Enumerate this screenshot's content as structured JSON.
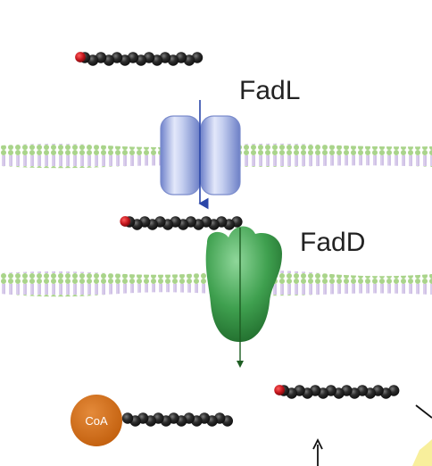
{
  "labels": {
    "transporter": "FadL",
    "synthetase": "FadD",
    "coenzyme": "CoA"
  },
  "colors": {
    "membrane_green": "#a9d48a",
    "membrane_purple": "#c7b4e3",
    "fadl_blue": "#7f8fd0",
    "fadd_green": "#3e9d4e",
    "coa_orange": "#d16a12",
    "chain_head_red": "#c0141b",
    "chain_bead": "#2a2a2a",
    "arrow_blue": "#2b46a8",
    "arrow_dark_green": "#1d5d22"
  },
  "icons": {
    "fatty_acid": "fatty-acid-chain-icon",
    "membrane": "lipid-bilayer-icon",
    "fadl": "fadl-channel-icon",
    "fadd": "fadd-enzyme-icon",
    "coa": "coa-circle-icon"
  }
}
